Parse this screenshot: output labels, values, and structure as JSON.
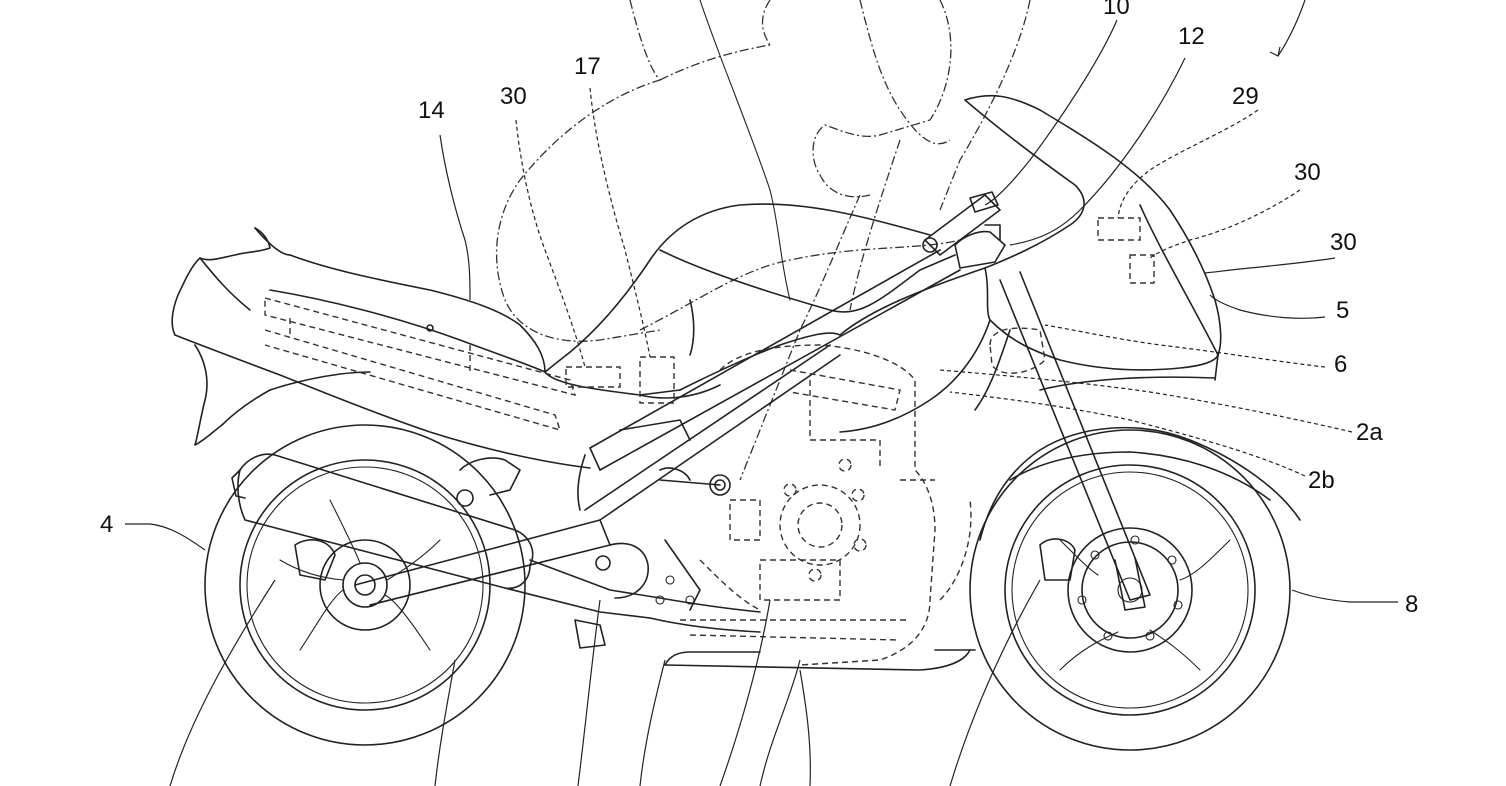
{
  "labels": {
    "l4": "4",
    "l8": "8",
    "l14": "14",
    "l30a": "30",
    "l17": "17",
    "l10": "10",
    "l12": "12",
    "l29": "29",
    "l30b": "30",
    "l30c": "30",
    "l5": "5",
    "l6": "6",
    "l2a": "2a",
    "l2b": "2b"
  },
  "colors": {
    "line": "#222222",
    "background": "#ffffff"
  }
}
